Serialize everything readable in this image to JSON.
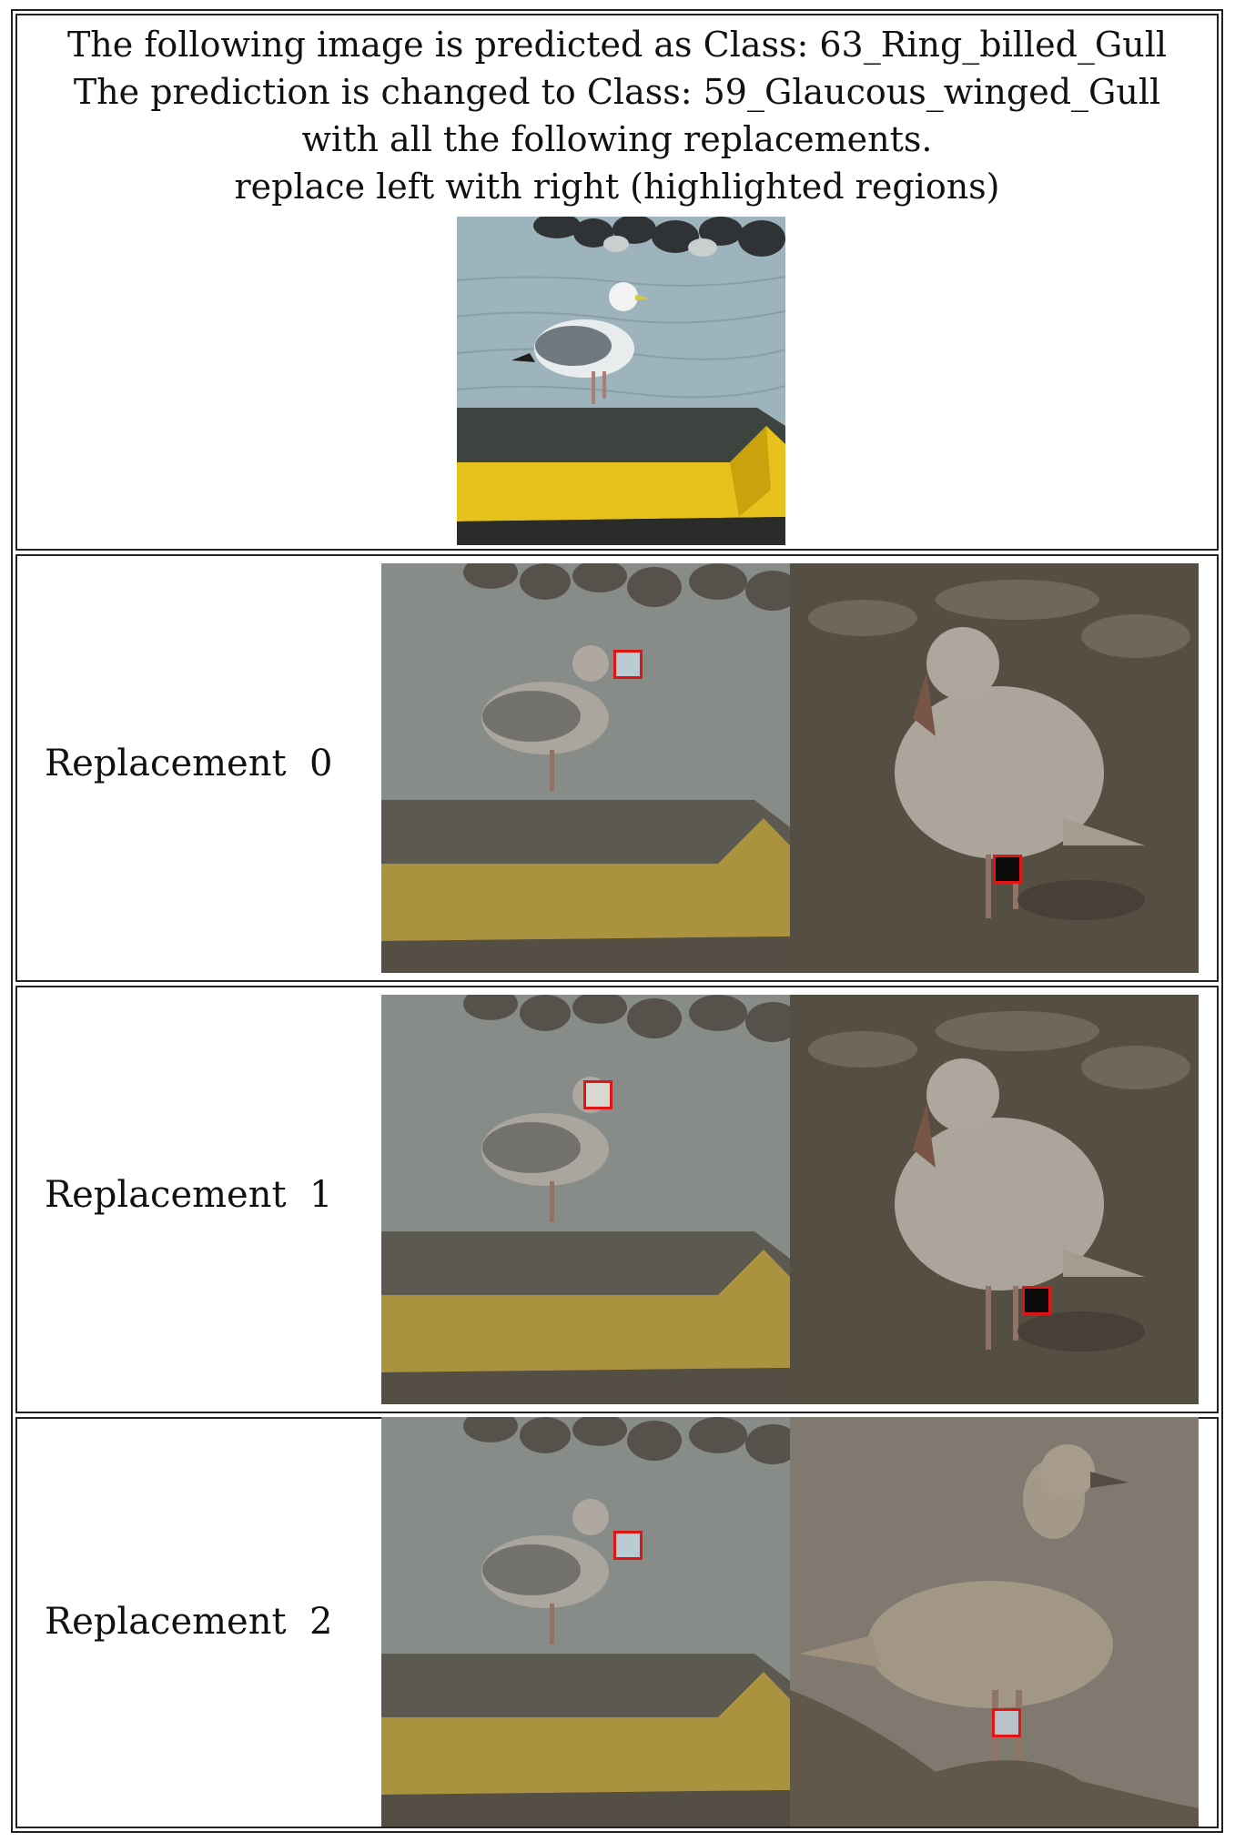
{
  "header": {
    "line1": "The following image is predicted as Class: 63_Ring_billed_Gull",
    "line2": "The prediction is changed to Class: 59_Glaucous_winged_Gull",
    "line3": "with all the following replacements.",
    "line4": "replace left with right (highlighted regions)"
  },
  "replacements": [
    {
      "label": "Replacement  0"
    },
    {
      "label": "Replacement  1"
    },
    {
      "label": "Replacement  2"
    }
  ],
  "colors": {
    "highlight_box": "#e01515",
    "dim_overlay": "#766c5c"
  }
}
